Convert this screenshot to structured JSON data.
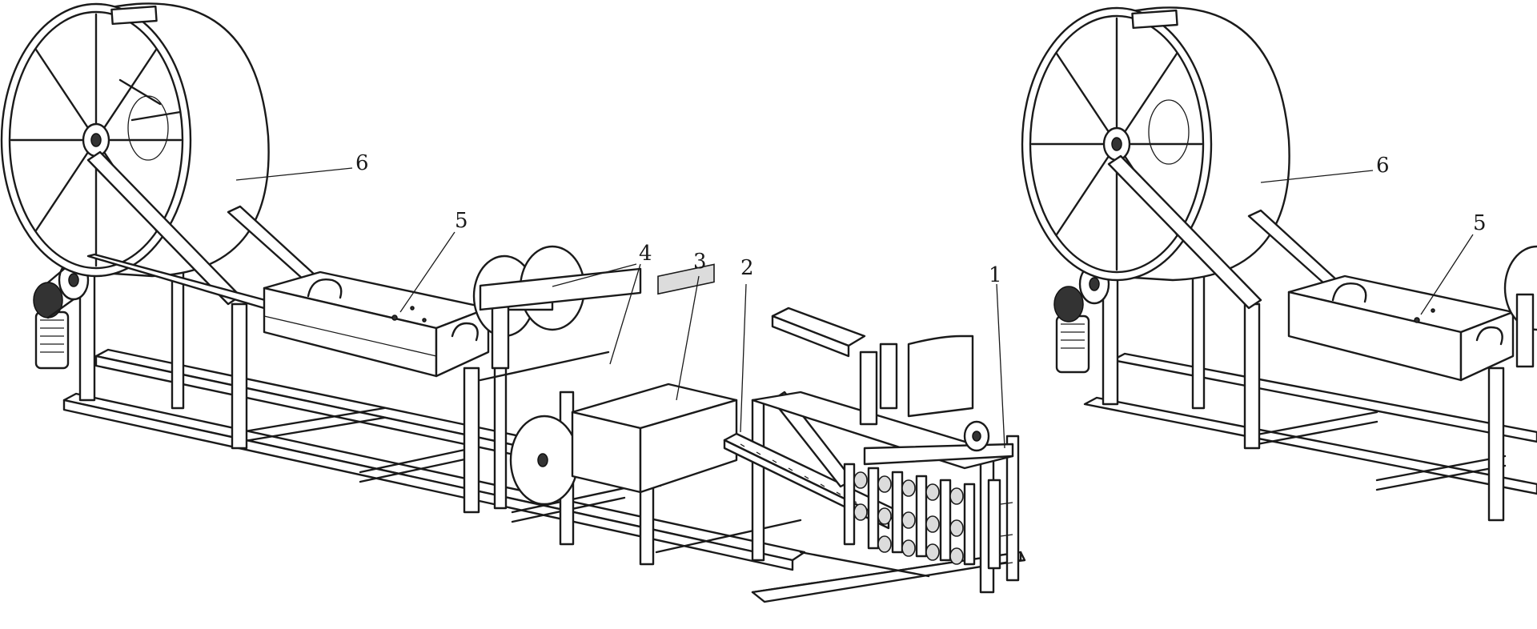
{
  "figure": {
    "callouts": [
      "1",
      "2",
      "3",
      "4",
      "5",
      "6"
    ]
  },
  "duplicate": {
    "callouts": [
      "5",
      "6"
    ]
  }
}
